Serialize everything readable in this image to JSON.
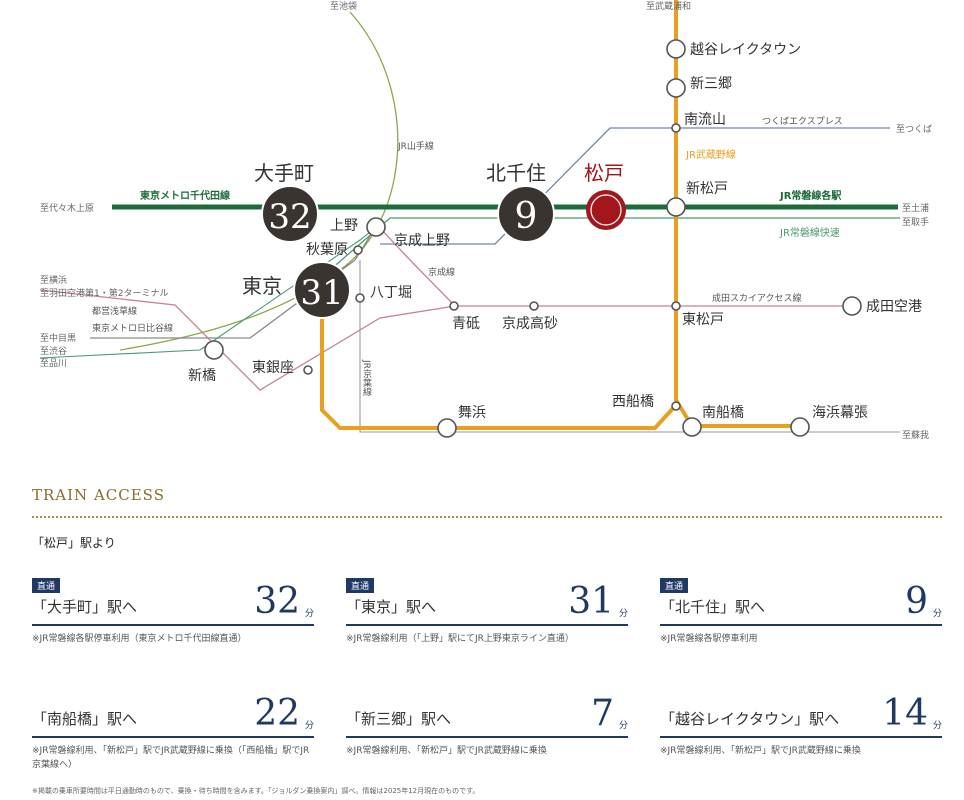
{
  "map": {
    "lines": {
      "chiyoda": "東京メトロ千代田線",
      "joban_local": "JR常磐線各駅",
      "joban_rapid": "JR常磐線快速",
      "musashino": "JR武蔵野線",
      "tsukuba": "つくばエクスプレス",
      "yamanote": "JR山手線",
      "keisei": "京成線",
      "skyaccess": "成田スカイアクセス線",
      "keiyo": "JR京葉線",
      "asakusa": "都営浅草線",
      "hibiya": "東京メトロ日比谷線"
    },
    "directions": {
      "ikebukuro": "至池袋",
      "musashiurawa": "至武蔵浦和",
      "yoyogiuehara": "至代々木上原",
      "tsukuba": "至つくば",
      "tsuchiura": "至土浦",
      "toride": "至取手",
      "yokohama": "至横浜",
      "haneda": "至羽田空港第1・第2ターミナル",
      "nakameguro": "至中目黒",
      "shibuya": "至渋谷",
      "shinagawa": "至品川",
      "soga": "至蘇我"
    },
    "stations": {
      "otemachi": "大手町",
      "kitasenju": "北千住",
      "matsudo": "松戸",
      "tokyo": "東京",
      "ueno": "上野",
      "keiseiueno": "京成上野",
      "akihabara": "秋葉原",
      "hatchobori": "八丁堀",
      "shimbashi": "新橋",
      "higashiginza": "東銀座",
      "aoto": "青砥",
      "keiseitakasago": "京成高砂",
      "higashimatsudo": "東松戸",
      "naritakuko": "成田空港",
      "maihama": "舞浜",
      "nishifunabashi": "西船橋",
      "minamifunabashi": "南船橋",
      "kaihinmakuhari": "海浜幕張",
      "shinmatsudo": "新松戸",
      "minaminagareyama": "南流山",
      "shinmisato": "新三郷",
      "koshigaya": "越谷レイクタウン"
    },
    "badges": {
      "otemachi": "32",
      "kitasenju": "9",
      "tokyo": "31"
    },
    "colors": {
      "chiyoda": "#1e6b3a",
      "musashino": "#e8a01e",
      "matsudo": "#a3171c",
      "badge": "#3a3430",
      "yamanote": "#8aa84a",
      "blueline": "#6f86a6",
      "pink": "#c48590"
    }
  },
  "access": {
    "title": "TRAIN ACCESS",
    "from": "「松戸」駅より",
    "cards": [
      {
        "badge": "直通",
        "dest": "「大手町」駅へ",
        "mins": "32",
        "unit": "分",
        "note": "※JR常磐線各駅停車利用（東京メトロ千代田線直通）"
      },
      {
        "badge": "直通",
        "dest": "「東京」駅へ",
        "mins": "31",
        "unit": "分",
        "note": "※JR常磐線利用（「上野」駅にてJR上野東京ライン直通）"
      },
      {
        "badge": "直通",
        "dest": "「北千住」駅へ",
        "mins": "9",
        "unit": "分",
        "note": "※JR常磐線各駅停車利用"
      },
      {
        "badge": "",
        "dest": "「南船橋」駅へ",
        "mins": "22",
        "unit": "分",
        "note": "※JR常磐線利用、「新松戸」駅でJR武蔵野線に乗換（「西船橋」駅でJR京葉線へ）"
      },
      {
        "badge": "",
        "dest": "「新三郷」駅へ",
        "mins": "7",
        "unit": "分",
        "note": "※JR常磐線利用、「新松戸」駅でJR武蔵野線に乗換"
      },
      {
        "badge": "",
        "dest": "「越谷レイクタウン」駅へ",
        "mins": "14",
        "unit": "分",
        "note": "※JR常磐線利用、「新松戸」駅でJR武蔵野線に乗換"
      }
    ],
    "footer": "※掲載の乗車所要時間は平日通勤時のもので、乗換・待ち時間を含みます。「ジョルダン乗換案内」調べ。情報は2025年12月現在のものです。"
  }
}
